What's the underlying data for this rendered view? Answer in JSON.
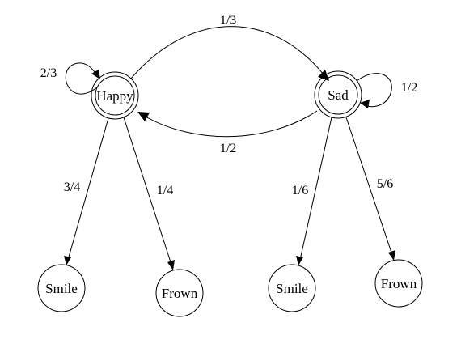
{
  "diagram": {
    "states": {
      "happy": {
        "label": "Happy"
      },
      "sad": {
        "label": "Sad"
      }
    },
    "observations": {
      "happy_smile": {
        "label": "Smile"
      },
      "happy_frown": {
        "label": "Frown"
      },
      "sad_smile": {
        "label": "Smile"
      },
      "sad_frown": {
        "label": "Frown"
      }
    },
    "transitions": {
      "happy_to_sad": {
        "label": "1/3"
      },
      "sad_to_happy": {
        "label": "1/2"
      },
      "happy_self_loop": {
        "label": "2/3"
      },
      "sad_self_loop": {
        "label": "1/2"
      }
    },
    "emissions": {
      "happy_smile": {
        "label": "3/4"
      },
      "happy_frown": {
        "label": "1/4"
      },
      "sad_smile": {
        "label": "1/6"
      },
      "sad_frown": {
        "label": "5/6"
      }
    }
  }
}
